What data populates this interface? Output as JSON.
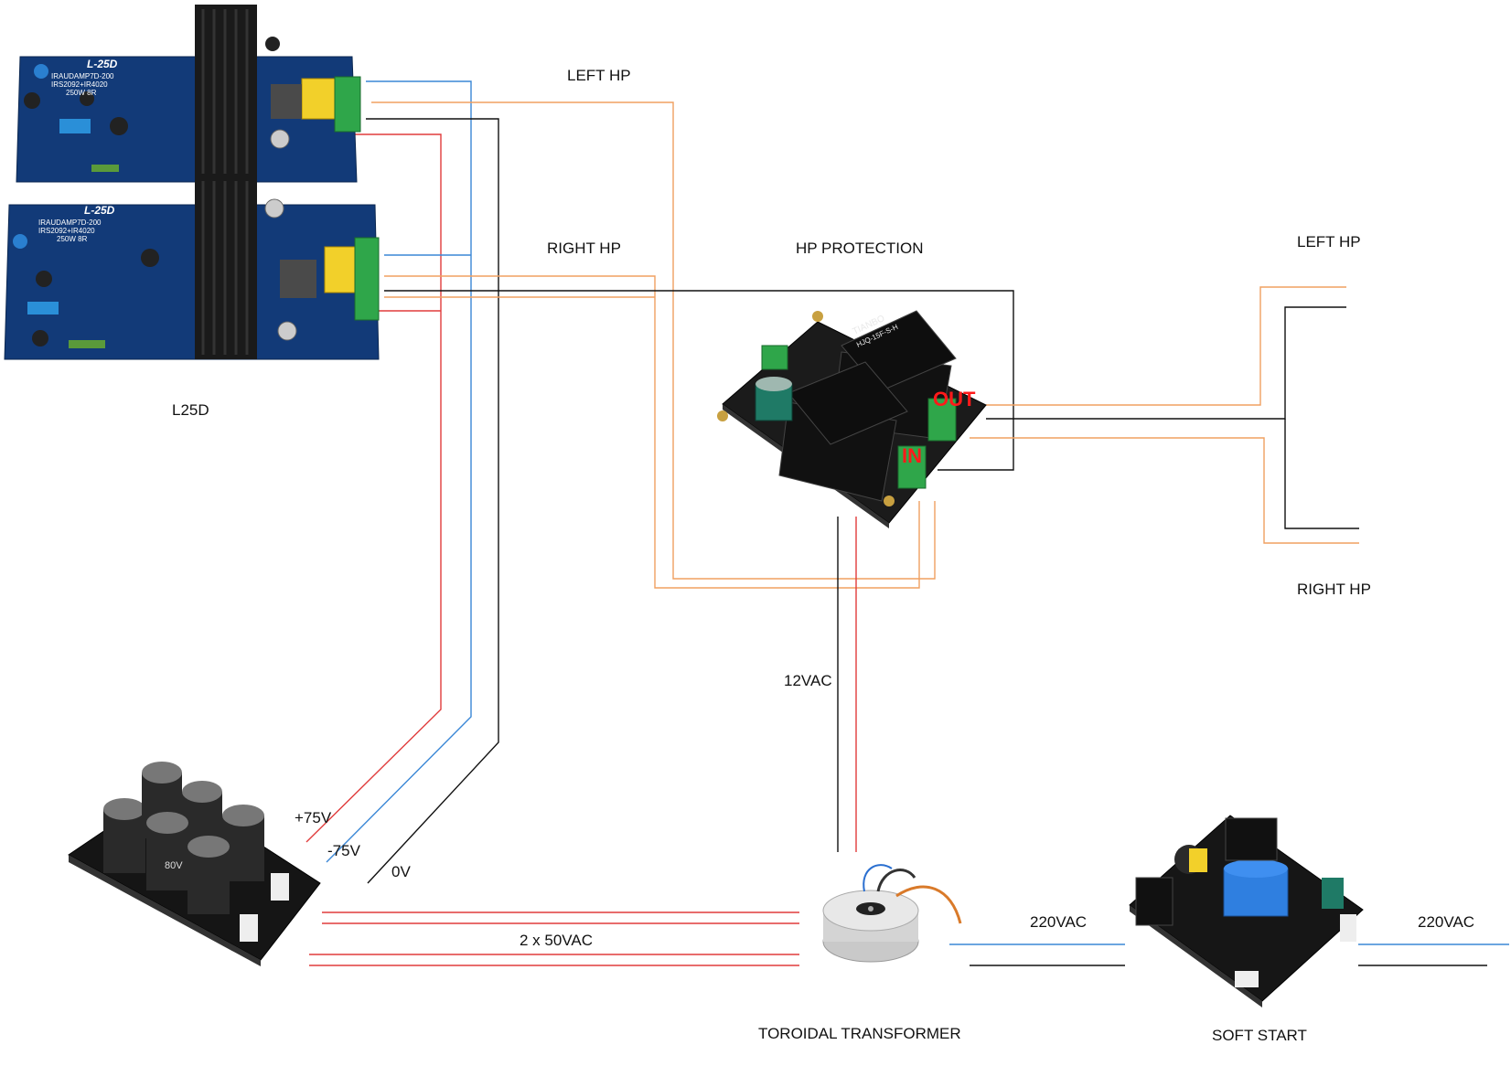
{
  "colors": {
    "wire_red": "#e03c3c",
    "wire_blue": "#3a87d6",
    "wire_black": "#111111",
    "wire_orange": "#f0a060",
    "pcb_blue": "#123a78",
    "port_label": "#ff1a1a"
  },
  "labels": {
    "amp": "L25D",
    "left_hp_top": "LEFT HP",
    "right_hp_top": "RIGHT HP",
    "hp_protection": "HP PROTECTION",
    "left_hp_out": "LEFT HP",
    "right_hp_out": "RIGHT HP",
    "supply_12vac": "12VAC",
    "plus_75v": "+75V",
    "minus_75v": "-75V",
    "zero_v": "0V",
    "two_x_50vac": "2 x 50VAC",
    "vac_220_a": "220VAC",
    "vac_220_b": "220VAC",
    "toroidal": "TOROIDAL TRANSFORMER",
    "soft_start": "SOFT START"
  },
  "protection_board": {
    "port_out": "OUT",
    "port_in": "IN",
    "relay_brand": "TIANBO",
    "relay_model": "HJQ-15F-S-H"
  },
  "amp_boards": [
    {
      "title": "L-25D",
      "line1": "IRAUDAMP7D-200",
      "line2": "IRS2092+IR4020",
      "line3": "250W 8R"
    },
    {
      "title": "L-25D",
      "line1": "IRAUDAMP7D-200",
      "line2": "IRS2092+IR4020",
      "line3": "250W 8R"
    }
  ],
  "power_board": {
    "cap_text": "80V"
  }
}
